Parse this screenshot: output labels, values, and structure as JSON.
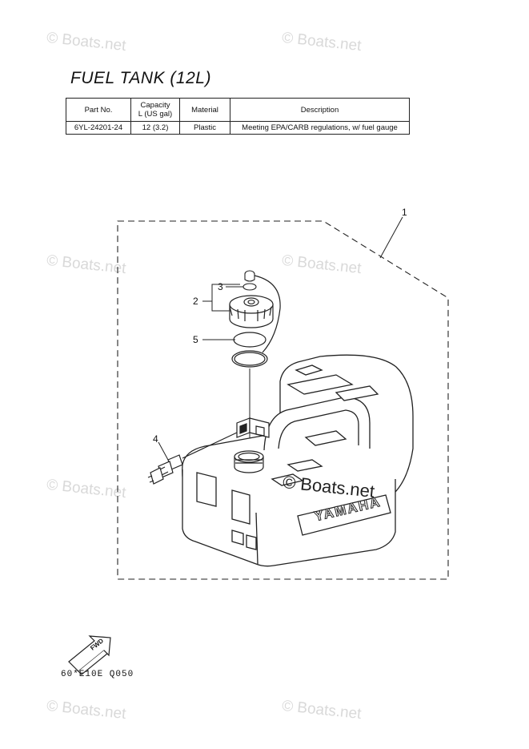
{
  "title": "FUEL TANK (12L)",
  "table": {
    "headers": {
      "part_no": "Part No.",
      "capacity_line1": "Capacity",
      "capacity_line2": "L (US gal)",
      "material": "Material",
      "description": "Description"
    },
    "rows": [
      {
        "part_no": "6YL-24201-24",
        "capacity": "12 (3.2)",
        "material": "Plastic",
        "description": "Meeting EPA/CARB regulations, w/ fuel gauge"
      }
    ]
  },
  "callouts": [
    "1",
    "2",
    "3",
    "4",
    "5"
  ],
  "tank_brand": "YAMAHA",
  "fwd_label": "FWD",
  "drawing_code": "60*E10E Q050",
  "watermark": "© Boats.net",
  "icons": [
    "fwd-arrow-icon"
  ]
}
